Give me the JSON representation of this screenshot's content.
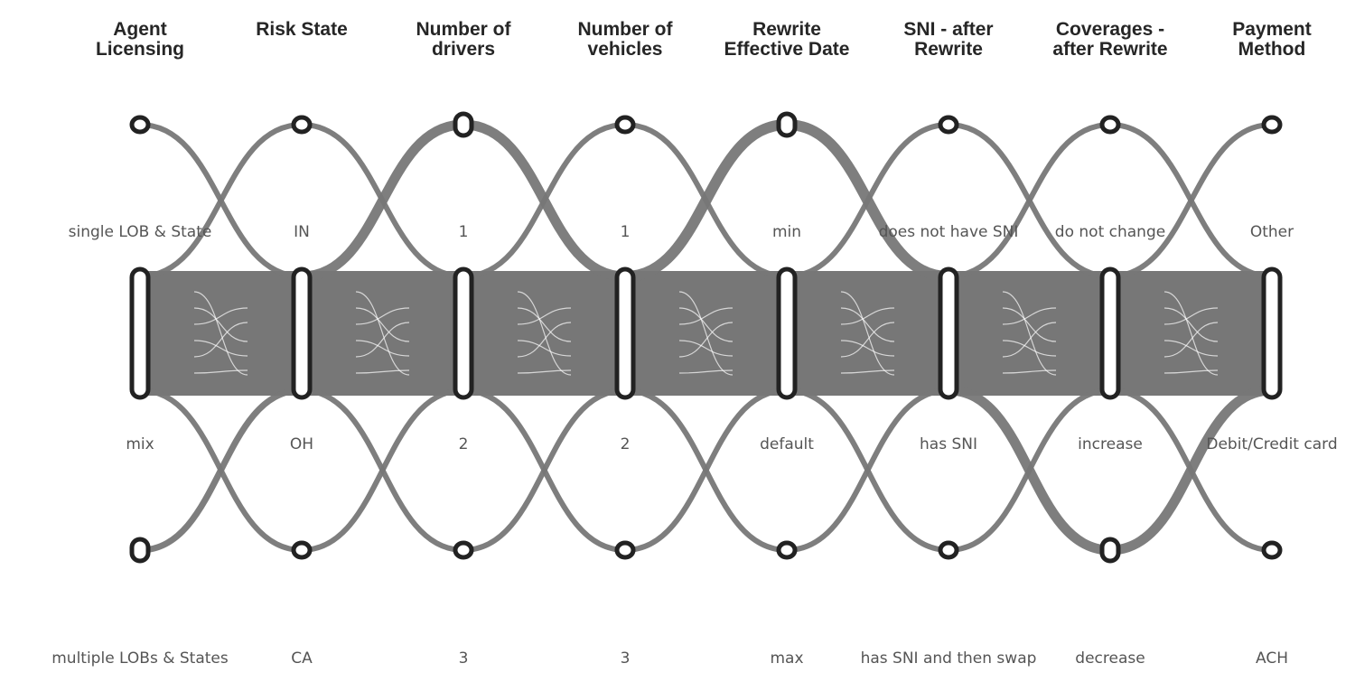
{
  "colors": {
    "flow": "#777777",
    "node_fill": "#ffffff",
    "node_stroke": "#222222",
    "text": "#555555",
    "header": "#262626"
  },
  "chart_data": {
    "type": "parallel-categories",
    "title": "",
    "axes": [
      {
        "name": "Agent\nLicensing",
        "categories": [
          {
            "label": "single LOB & State",
            "weight": 0.12
          },
          {
            "label": "mix",
            "weight": 1.0
          },
          {
            "label": "multiple LOBs & States",
            "weight": 0.22
          }
        ]
      },
      {
        "name": "Risk State",
        "categories": [
          {
            "label": "IN",
            "weight": 0.12
          },
          {
            "label": "OH",
            "weight": 1.0
          },
          {
            "label": "CA",
            "weight": 0.12
          }
        ]
      },
      {
        "name": "Number of\ndrivers",
        "categories": [
          {
            "label": "1",
            "weight": 0.35
          },
          {
            "label": "2",
            "weight": 1.0
          },
          {
            "label": "3",
            "weight": 0.12
          }
        ]
      },
      {
        "name": "Number of\nvehicles",
        "categories": [
          {
            "label": "1",
            "weight": 0.12
          },
          {
            "label": "2",
            "weight": 1.0
          },
          {
            "label": "3",
            "weight": 0.12
          }
        ]
      },
      {
        "name": "Rewrite\nEffective Date",
        "categories": [
          {
            "label": "min",
            "weight": 0.4
          },
          {
            "label": "default",
            "weight": 1.0
          },
          {
            "label": "max",
            "weight": 0.12
          }
        ]
      },
      {
        "name": "SNI - after\nRewrite",
        "categories": [
          {
            "label": "does not have SNI",
            "weight": 0.12
          },
          {
            "label": "has SNI",
            "weight": 1.0
          },
          {
            "label": "has SNI and then swap",
            "weight": 0.12
          }
        ]
      },
      {
        "name": "Coverages -\nafter Rewrite",
        "categories": [
          {
            "label": "do not change",
            "weight": 0.12
          },
          {
            "label": "increase",
            "weight": 1.0
          },
          {
            "label": "decrease",
            "weight": 0.35
          }
        ]
      },
      {
        "name": "Payment\nMethod",
        "categories": [
          {
            "label": "Other",
            "weight": 0.12
          },
          {
            "label": "Debit/Credit card",
            "weight": 1.0
          },
          {
            "label": "ACH",
            "weight": 0.12
          }
        ]
      }
    ]
  }
}
